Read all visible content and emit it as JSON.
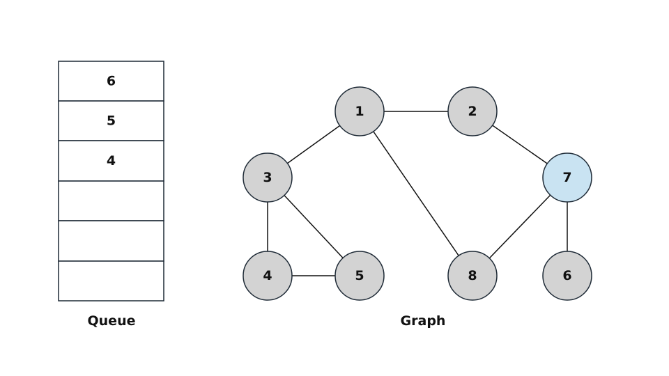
{
  "colors": {
    "node_fill": "#d3d3d3",
    "node_highlight_fill": "#c9e3f2",
    "stroke": "#1e2a36",
    "edge": "#111111",
    "cell_fill": "#ffffff"
  },
  "queue": {
    "caption": "Queue",
    "cells": [
      "6",
      "5",
      "4",
      "",
      "",
      ""
    ]
  },
  "graph": {
    "caption": "Graph",
    "nodes": [
      {
        "id": "1",
        "label": "1",
        "highlighted": false
      },
      {
        "id": "2",
        "label": "2",
        "highlighted": false
      },
      {
        "id": "3",
        "label": "3",
        "highlighted": false
      },
      {
        "id": "7",
        "label": "7",
        "highlighted": true
      },
      {
        "id": "4",
        "label": "4",
        "highlighted": false
      },
      {
        "id": "5",
        "label": "5",
        "highlighted": false
      },
      {
        "id": "8",
        "label": "8",
        "highlighted": false
      },
      {
        "id": "6",
        "label": "6",
        "highlighted": false
      }
    ],
    "edges": [
      [
        "1",
        "2"
      ],
      [
        "1",
        "3"
      ],
      [
        "1",
        "8"
      ],
      [
        "2",
        "7"
      ],
      [
        "3",
        "4"
      ],
      [
        "3",
        "5"
      ],
      [
        "4",
        "5"
      ],
      [
        "7",
        "8"
      ],
      [
        "7",
        "6"
      ]
    ]
  }
}
